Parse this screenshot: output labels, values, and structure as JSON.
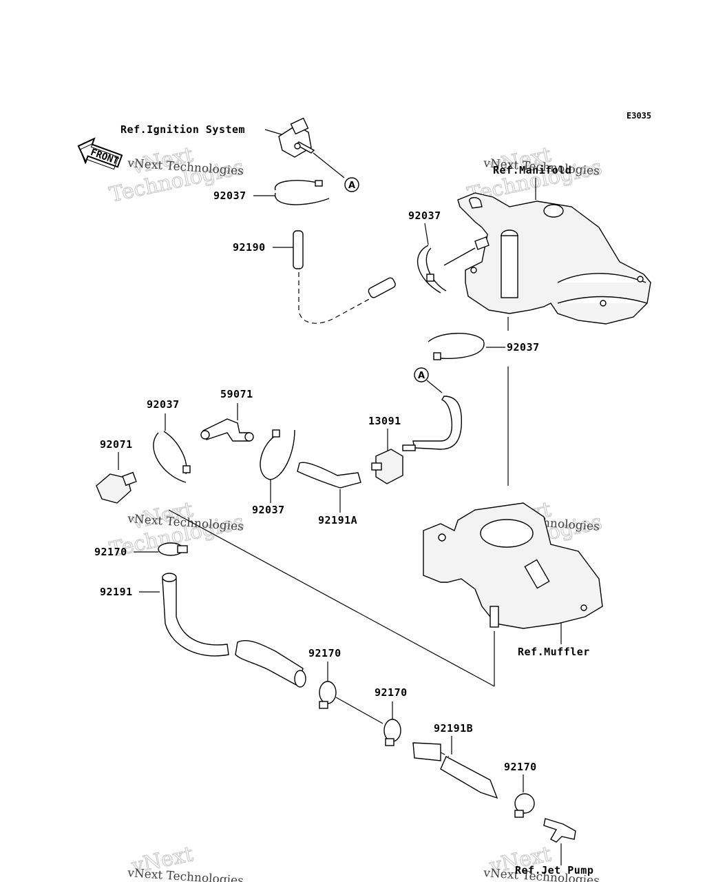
{
  "diagram_code": "E3035",
  "front_label": "FRONT",
  "circle_marker": "A",
  "watermark": {
    "line1": "vNext Technologies",
    "line2": "vNext",
    "line3": "Technologies"
  },
  "refs": {
    "ignition": "Ref.Ignition System",
    "manifold": "Ref.Manifold",
    "muffler": "Ref.Muffler",
    "jet_pump": "Ref.Jet Pump"
  },
  "parts": {
    "p92037": "92037",
    "p92190": "92190",
    "p59071": "59071",
    "p92071": "92071",
    "p13091": "13091",
    "p92191A": "92191A",
    "p92170": "92170",
    "p92191": "92191",
    "p92191B": "92191B"
  }
}
